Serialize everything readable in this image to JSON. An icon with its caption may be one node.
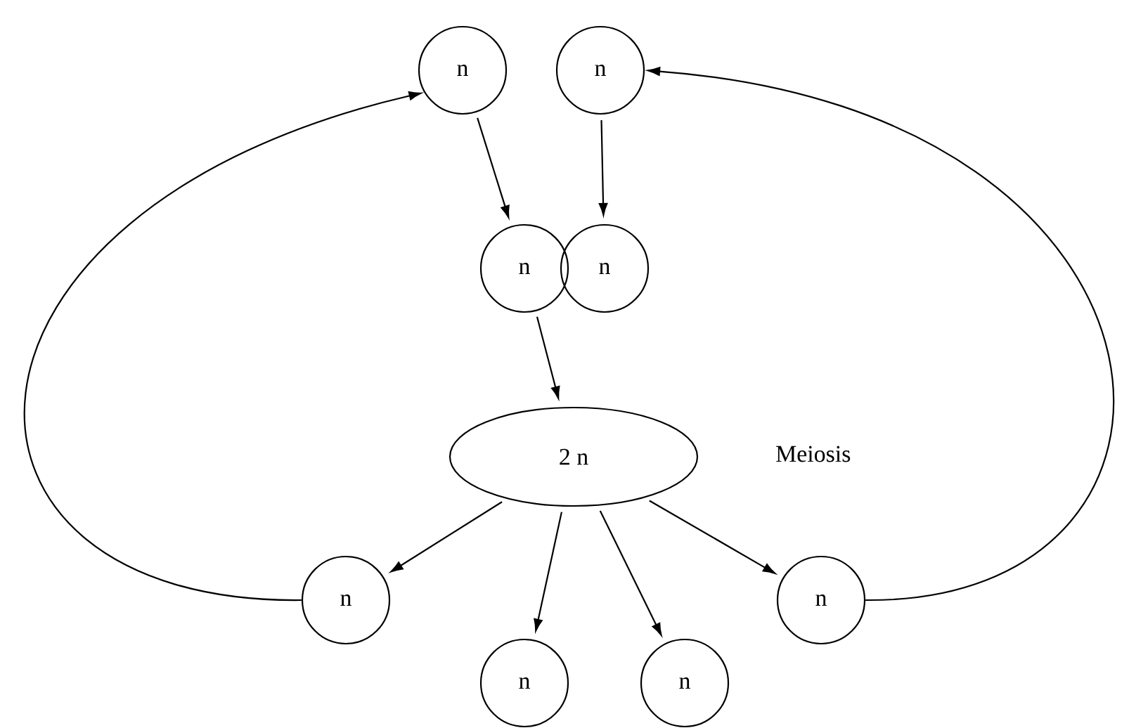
{
  "diagram": {
    "nodes": [
      {
        "text": [
          "n"
        ]
      },
      {
        "text": [
          "n"
        ]
      },
      {
        "text": [
          "n"
        ]
      },
      {
        "text": [
          "n"
        ]
      },
      {
        "text": [
          "2 n"
        ]
      },
      {
        "text": [
          "n"
        ]
      },
      {
        "text": [
          "n"
        ]
      },
      {
        "text": [
          "n"
        ]
      },
      {
        "text": [
          "n"
        ]
      }
    ],
    "edges": [
      {
        "from": 0,
        "to": 2,
        "arrow": "to"
      },
      {
        "from": 1,
        "to": 3,
        "arrow": "to"
      },
      {
        "from": 2,
        "to": 4,
        "arrow": "to"
      },
      {
        "from": 4,
        "to": 5,
        "arrow": "to"
      },
      {
        "from": 4,
        "to": 6,
        "arrow": "to"
      },
      {
        "from": 4,
        "to": 7,
        "arrow": "to"
      },
      {
        "from": 4,
        "to": 8,
        "arrow": "to"
      },
      {
        "from": 5,
        "to": 0,
        "arrow": "to"
      },
      {
        "from": 8,
        "to": 1,
        "arrow": "to"
      }
    ],
    "labels": [
      "Meiosis"
    ]
  }
}
